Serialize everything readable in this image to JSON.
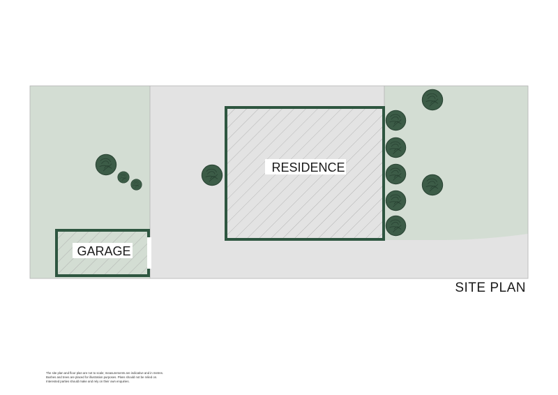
{
  "labels": {
    "residence": "RESIDENCE",
    "garage": "GARAGE",
    "site_plan": "SITE PLAN"
  },
  "disclaimer": [
    "The site plan and floor plan are not to scale; measurements are indicative and in metres.",
    "Bushes and trees are placed for illustration purposes. Plans should not be relied on.",
    "Interested parties should make and rely on their own enquiries."
  ],
  "colors": {
    "lawn": "#d3ddd3",
    "paving": "#e3e3e3",
    "building_outline": "#2e5640",
    "tree": "#3c5c47",
    "hatch": "#a8a8a8",
    "boundary": "#b3b3b3"
  },
  "icons": {
    "tree": "tree-icon",
    "bush": "bush-icon"
  }
}
